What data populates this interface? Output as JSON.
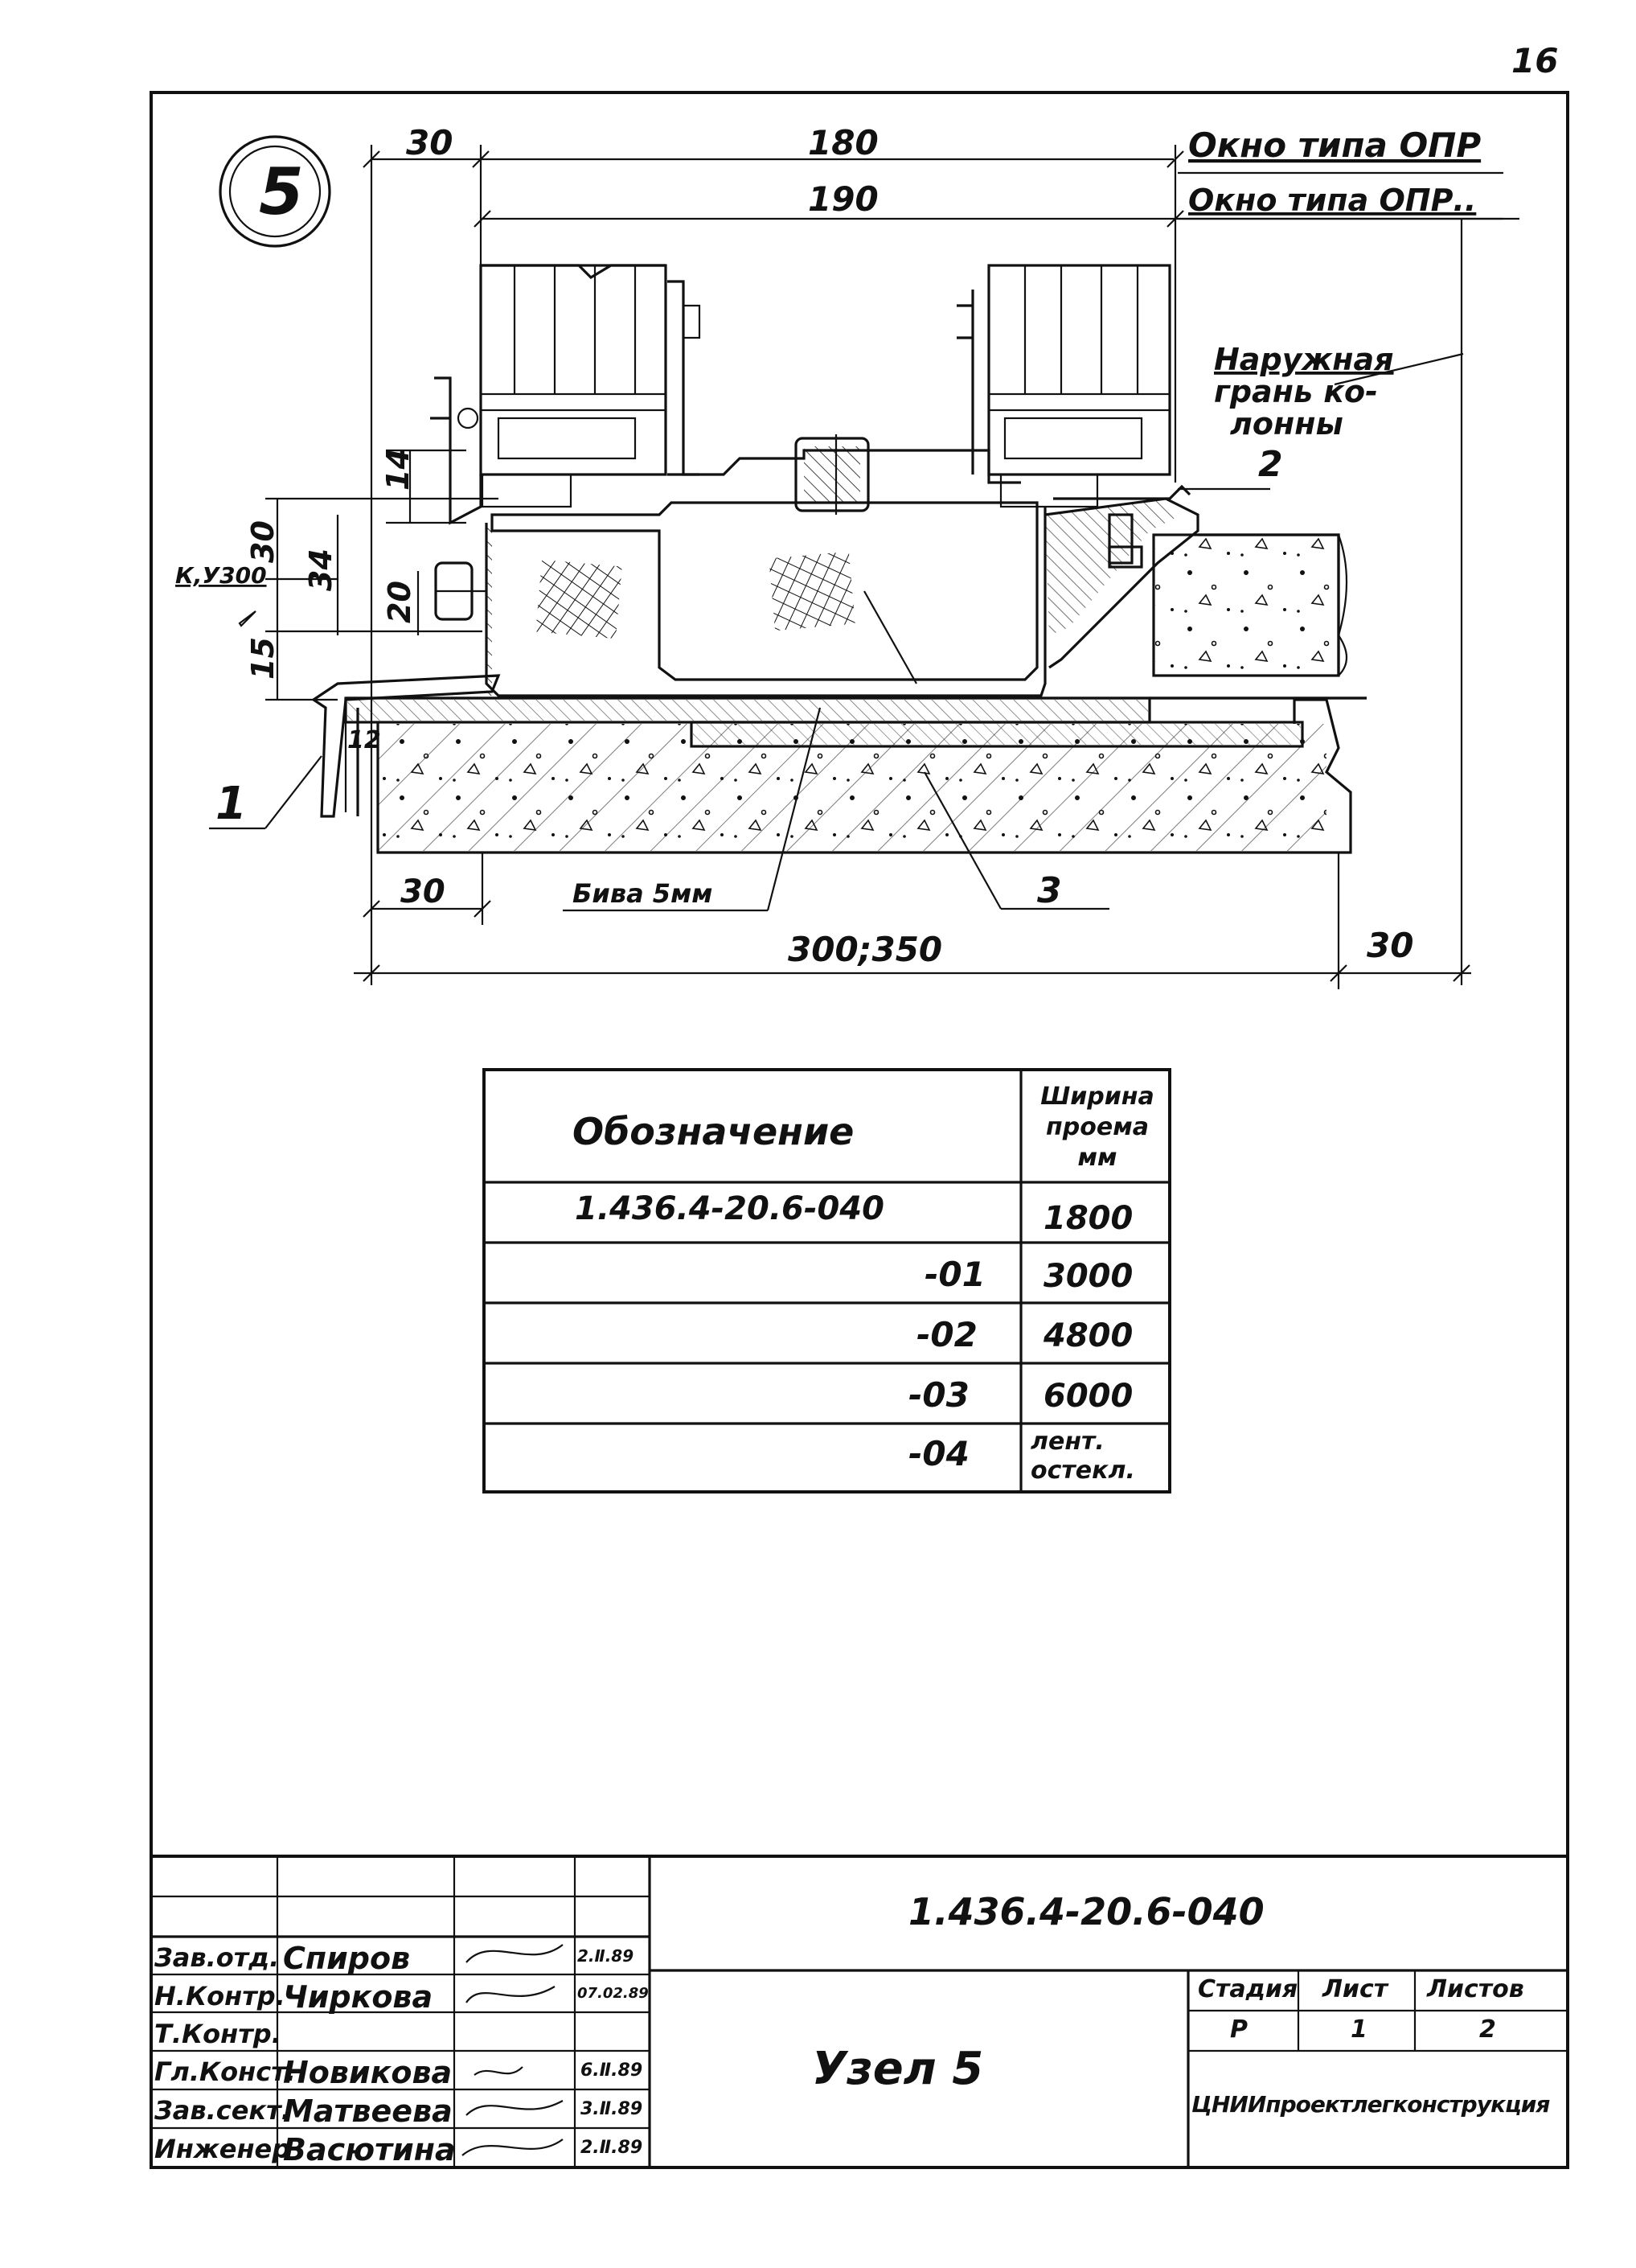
{
  "sheet_number": "16",
  "node_mark": "5",
  "drawing": {
    "dim_top_left": "30",
    "dim_top_180": "180",
    "dim_top_190": "190",
    "window_type_1": "Окно типа ОПР",
    "window_type_2": "Окно типа ОПР..",
    "outer_face_label": "Наружная грань колонны",
    "leader_2": "2",
    "leader_1": "1",
    "leader_3": "3",
    "dim_14": "14",
    "dim_30_left": "30",
    "dim_34": "34",
    "dim_20": "20",
    "dim_15": "15",
    "dim_12": "12",
    "slope_label": "К,У300",
    "dim_bottom_left_30": "30",
    "gap_label": "Бива 5мм",
    "dim_total": "300;350",
    "dim_bottom_right_30": "30"
  },
  "spec_table": {
    "header_designation": "Обозначение",
    "header_width": "Ширина проема мм",
    "rows": [
      {
        "designation": "1.436.4-20.6-040",
        "width": "1800"
      },
      {
        "designation": "-01",
        "width": "3000"
      },
      {
        "designation": "-02",
        "width": "4800"
      },
      {
        "designation": "-03",
        "width": "6000"
      },
      {
        "designation": "-04",
        "width": "лент. остекл."
      }
    ]
  },
  "title_block": {
    "document_code": "1.436.4-20.6-040",
    "title": "Узел 5",
    "organization": "ЦНИИпроектлегконструкция",
    "stage_label": "Стадия",
    "sheet_label": "Лист",
    "sheets_label": "Листов",
    "stage_value": "Р",
    "sheet_value": "1",
    "sheets_value": "2",
    "signatures": [
      {
        "role": "Зав.отд.",
        "name": "Спиров",
        "date": "2.Ⅱ.89"
      },
      {
        "role": "Н.Контр.",
        "name": "Чиркова",
        "date": "07.02.89"
      },
      {
        "role": "Т.Контр.",
        "name": "",
        "date": ""
      },
      {
        "role": "Гл.Конст.",
        "name": "Новикова",
        "date": "6.Ⅱ.89"
      },
      {
        "role": "Зав.сект.",
        "name": "Матвеева",
        "date": "3.Ⅱ.89"
      },
      {
        "role": "Инженер",
        "name": "Васютина",
        "date": "2.Ⅱ.89"
      }
    ]
  }
}
